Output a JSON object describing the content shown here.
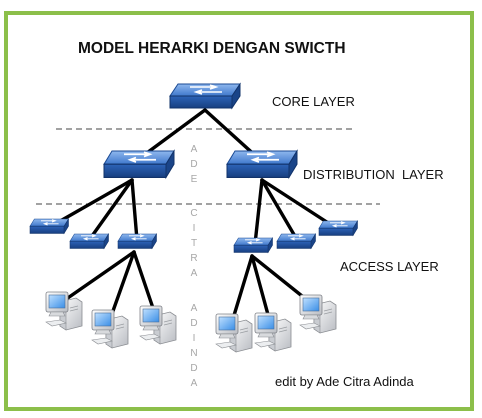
{
  "title": "MODEL HERARKI DENGAN SWICTH",
  "layers": {
    "core": "CORE LAYER",
    "distribution": "DISTRIBUTION  LAYER",
    "access": "ACCESS LAYER"
  },
  "credit": "edit by Ade Citra Adinda",
  "watermark": [
    "A",
    "D",
    "E",
    "C",
    "I",
    "T",
    "R",
    "A",
    "A",
    "D",
    "I",
    "N",
    "D",
    "A"
  ],
  "colors": {
    "border": "#8cbf4a",
    "switch_top": "#5b8fd6",
    "switch_side": "#1f4f9c",
    "link": "#000000"
  },
  "icons": {
    "switch": "network-switch-icon",
    "computer": "desktop-computer-icon"
  }
}
